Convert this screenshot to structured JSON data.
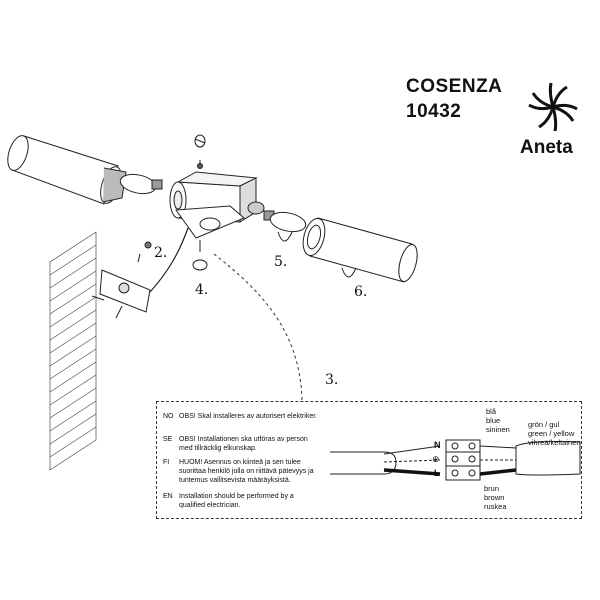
{
  "header": {
    "product_name": "COSENZA",
    "product_code": "10432",
    "brand": "Aneta"
  },
  "steps": [
    "2.",
    "3.",
    "4.",
    "5.",
    "6."
  ],
  "notes": [
    {
      "code": "NO",
      "text": "OBS! Skal installeres av autorisert elektriker."
    },
    {
      "code": "SE",
      "text": "OBS! Installationen ska utföras av person med tillräcklig elkunskap."
    },
    {
      "code": "FI",
      "text": "HUOM! Asennus on kiinteä ja sen tulee suorittaa henkilö jolla on riittävä pätevyys ja tuntemus vallitsevista määräyksistä."
    },
    {
      "code": "EN",
      "text": "Installation should be performed by a qualified electrician."
    }
  ],
  "terminal_symbols": [
    "N",
    "⊕",
    "L"
  ],
  "wires": {
    "neutral": [
      "blå",
      "blue",
      "sininen"
    ],
    "earth": [
      "grön / gul",
      "green / yellow",
      "vihreä/keltainen"
    ],
    "live": [
      "brun",
      "brown",
      "ruskea"
    ]
  }
}
